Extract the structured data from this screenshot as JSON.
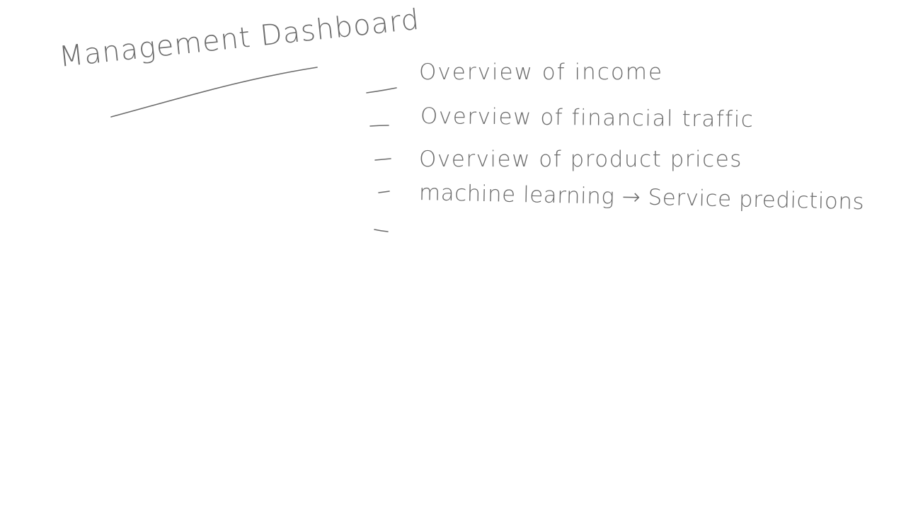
{
  "whiteboard": {
    "title": "Management Dashboard",
    "items": [
      {
        "label": "Overview of income"
      },
      {
        "label": "Overview of financial traffic"
      },
      {
        "label": "Overview of product prices"
      },
      {
        "label": "machine learning → Service predictions"
      },
      {
        "label": ""
      }
    ]
  },
  "colors": {
    "ink": "#6b6b6b",
    "background": "#ffffff"
  }
}
